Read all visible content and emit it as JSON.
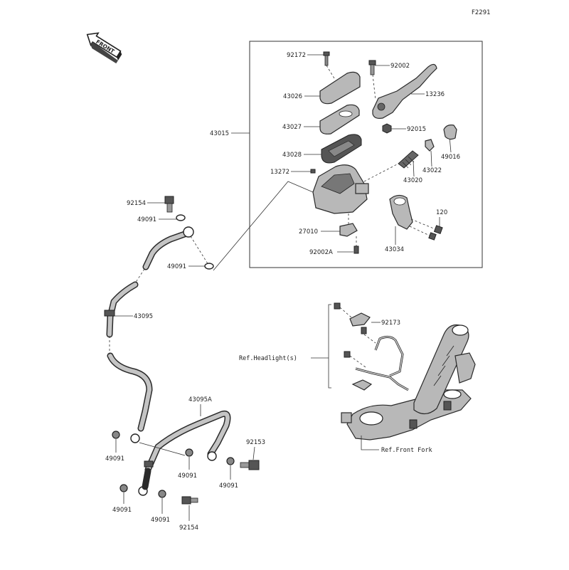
{
  "figure_code": "F2291",
  "front_marker": "FRONT",
  "labels": {
    "p92172": "92172",
    "p92002": "92002",
    "p43026": "43026",
    "p13236": "13236",
    "p43015": "43015",
    "p43027": "43027",
    "p92015": "92015",
    "p49016": "49016",
    "p43028": "43028",
    "p43022": "43022",
    "p13272": "13272",
    "p43020": "43020",
    "p92154_top": "92154",
    "p49091_a": "49091",
    "p120": "120",
    "p27010": "27010",
    "p43034": "43034",
    "p49091_b": "49091",
    "p92002A": "92002A",
    "p43095": "43095",
    "p92173": "92173",
    "ref_headlight": "Ref.Headlight(s)",
    "p43095A": "43095A",
    "p92153": "92153",
    "ref_front_fork": "Ref.Front Fork",
    "p49091_c": "49091",
    "p49091_d": "49091",
    "p49091_e": "49091",
    "p49091_f": "49091",
    "p49091_g": "49091",
    "p92154_bottom": "92154"
  }
}
